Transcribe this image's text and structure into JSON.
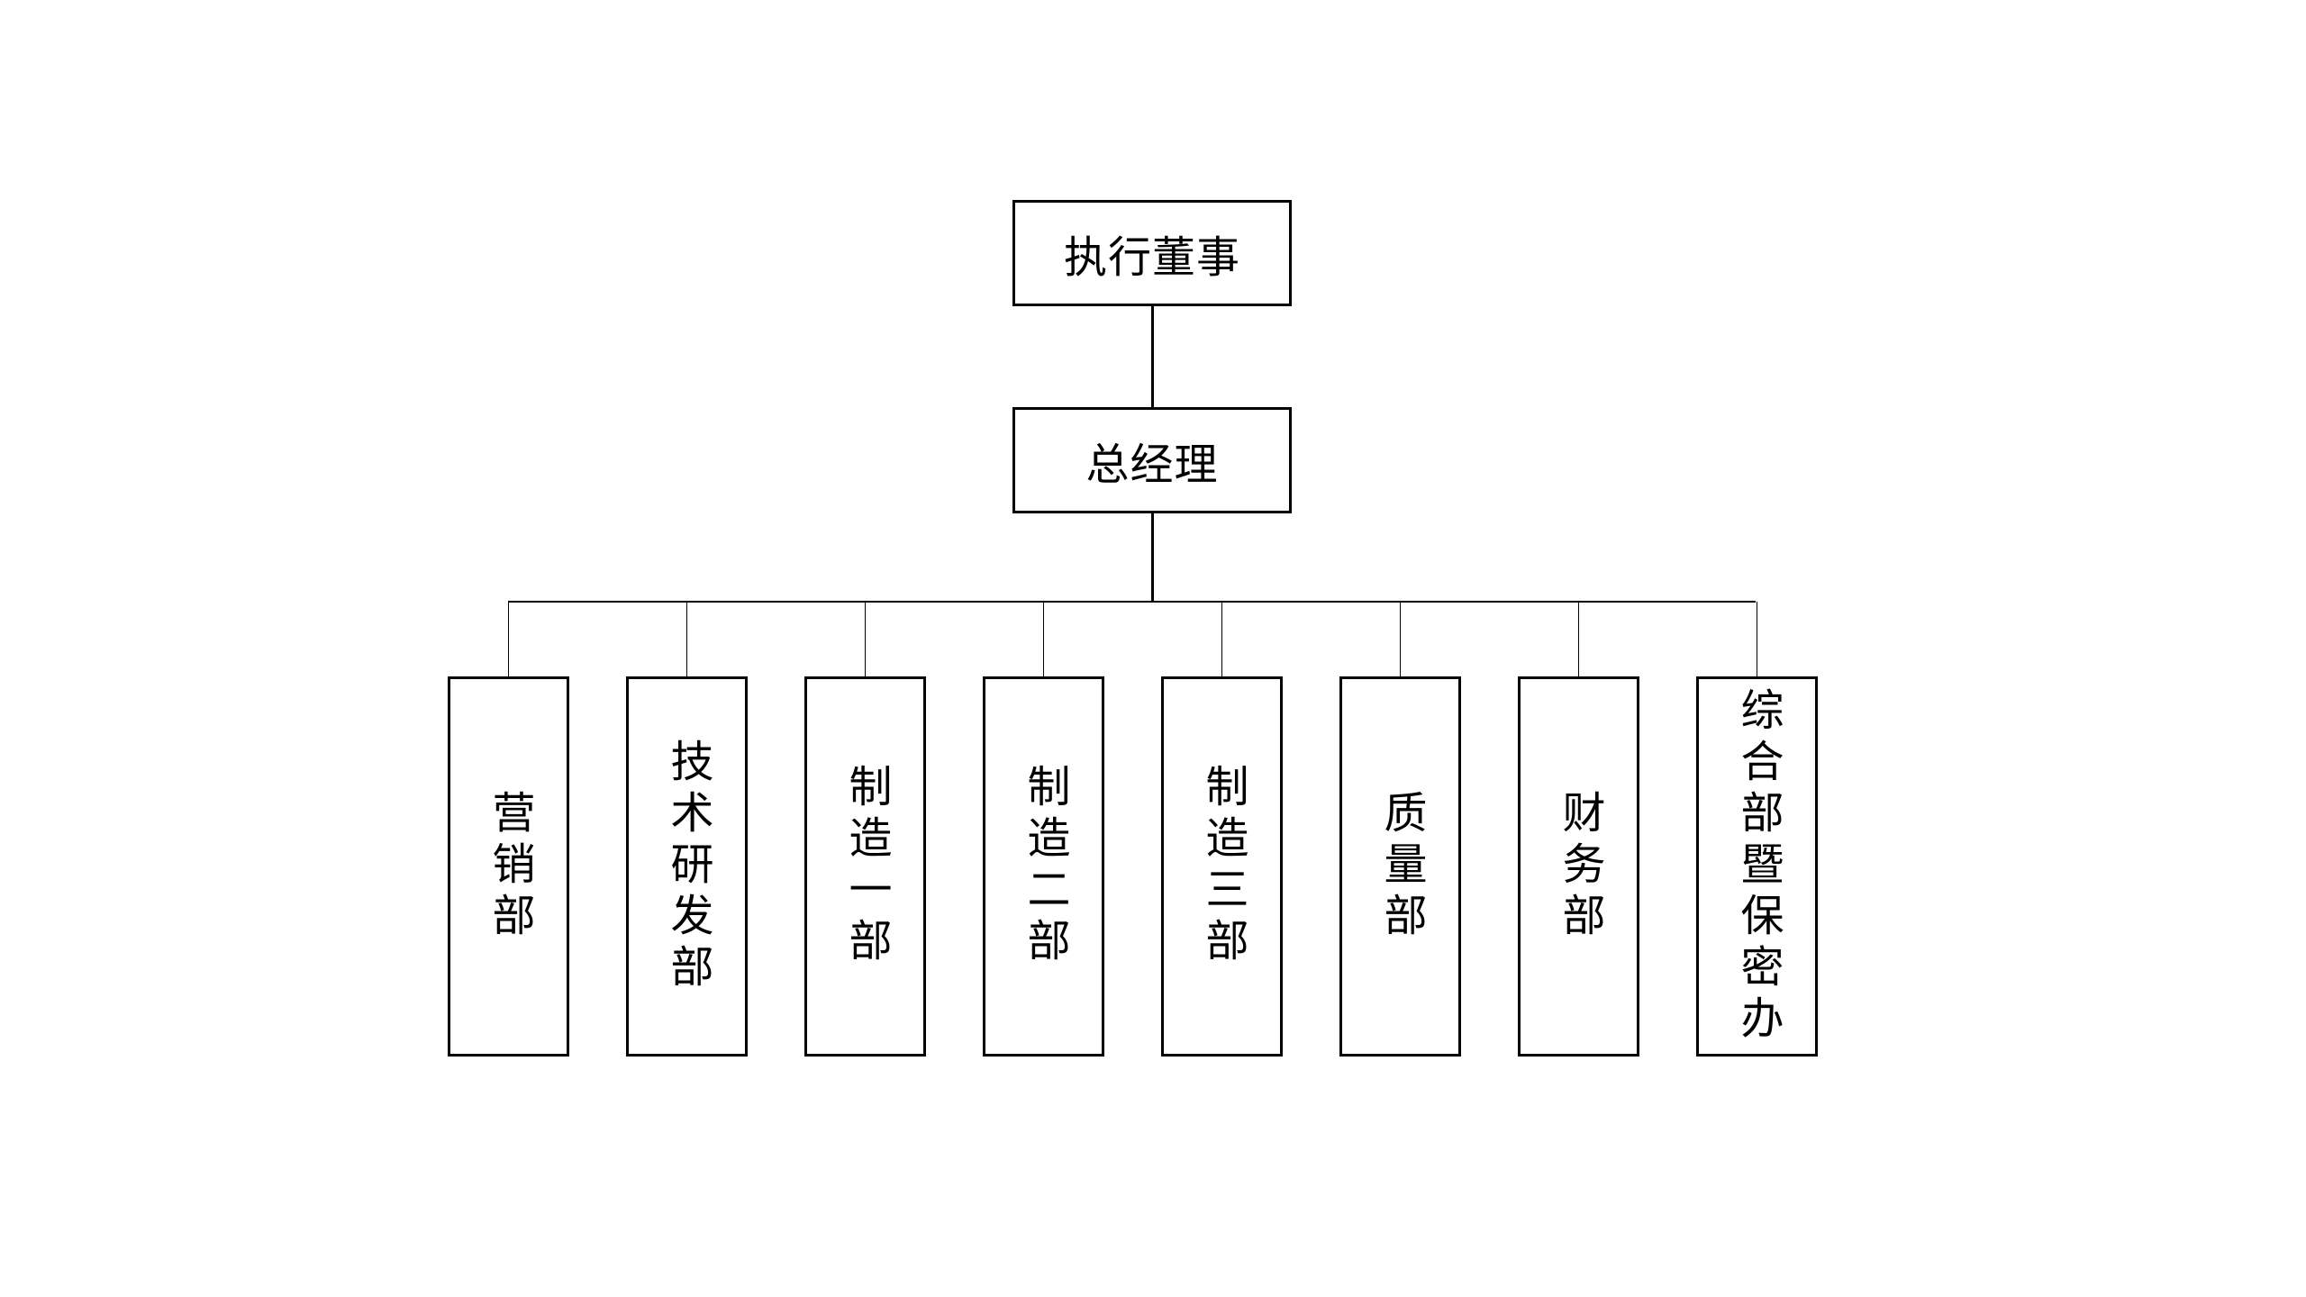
{
  "diagram": {
    "type": "org-chart",
    "colors": {
      "background": "#ffffff",
      "line": "#000000",
      "text": "#000000"
    },
    "root": {
      "label": "执行董事"
    },
    "manager": {
      "label": "总经理"
    },
    "departments": [
      {
        "label": "营销部"
      },
      {
        "label": "技术研发部"
      },
      {
        "label": "制造一部"
      },
      {
        "label": "制造二部"
      },
      {
        "label": "制造三部"
      },
      {
        "label": "质量部"
      },
      {
        "label": "财务部"
      },
      {
        "label": "综合部暨保密办"
      }
    ]
  }
}
